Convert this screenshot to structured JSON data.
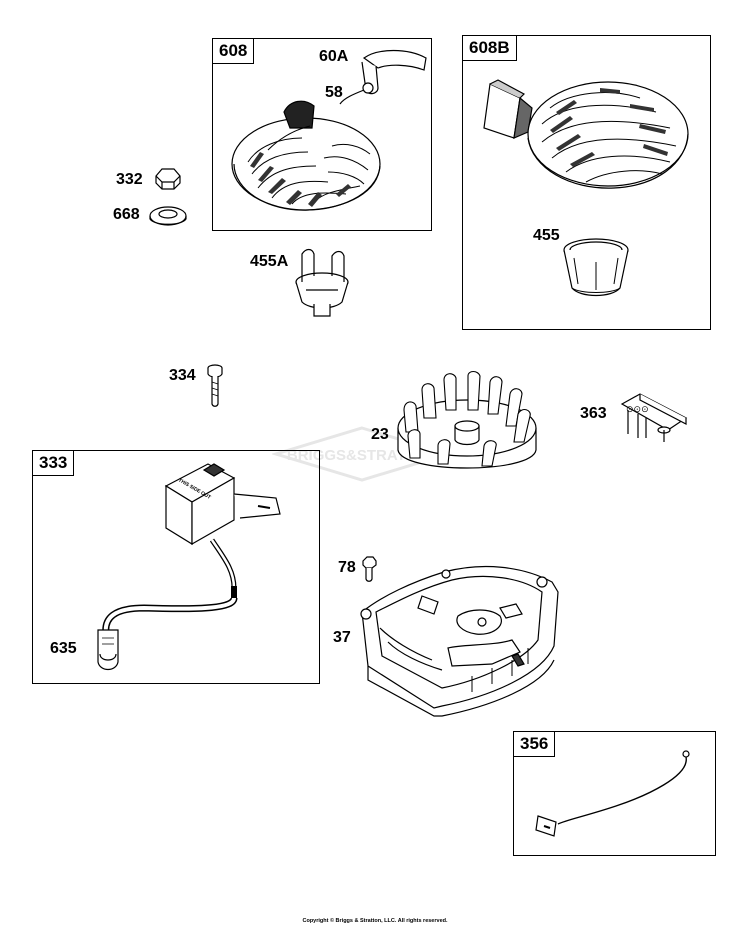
{
  "boxes": {
    "b608": "608",
    "b608B": "608B",
    "b333": "333",
    "b356": "356"
  },
  "labels": {
    "l60A": "60A",
    "l58": "58",
    "l332": "332",
    "l668": "668",
    "l455A": "455A",
    "l455": "455",
    "l334": "334",
    "l363": "363",
    "l23": "23",
    "l635": "635",
    "l78": "78",
    "l37": "37"
  },
  "decal": {
    "coil_text": "THIS SIDE OUT"
  },
  "watermark": "BRIGGS&STRATTON",
  "copyright": "Copyright © Briggs & Stratton, LLC. All rights reserved."
}
